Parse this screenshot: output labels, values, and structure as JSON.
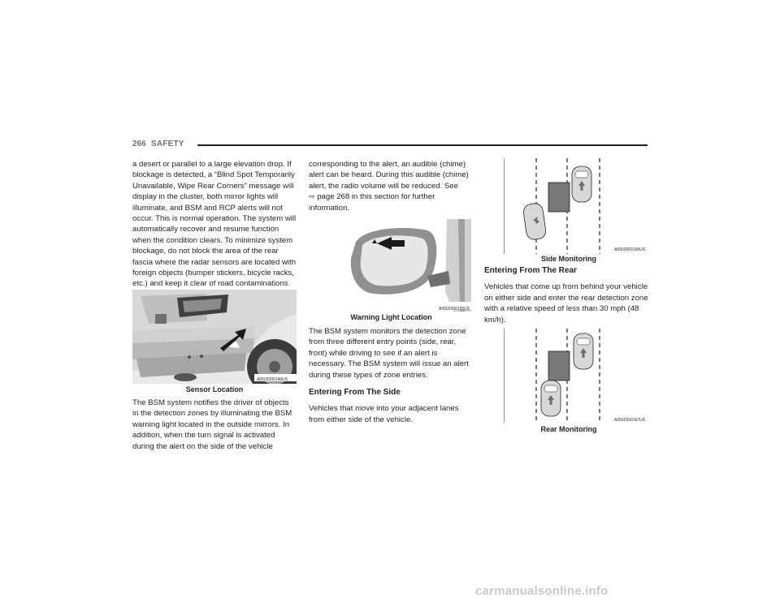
{
  "header": {
    "page_number": "266",
    "section": "SAFETY"
  },
  "col1": {
    "para1": "a desert or parallel to a large elevation drop. If blockage is detected, a “Blind Spot Temporarily Unavailable, Wipe Rear Corners” message will display in the cluster, both mirror lights will illuminate, and BSM and RCP alerts will not occur. This is normal operation. The system will automatically recover and resume function when the condition clears. To minimize system blockage, do not block the area of the rear fascia where the radar sensors are located with foreign objects (bumper stickers, bicycle racks, etc.) and keep it clear of road contaminations.",
    "figure_caption": "Sensor Location",
    "figure_code": "A0502000149US",
    "para2": "The BSM system notifies the driver of objects in the detection zones by illuminating the BSM warning light located in the outside mirrors. In addition, when the turn signal is activated during the alert on the side of the vehicle"
  },
  "col2": {
    "para1_a": "corresponding to the alert, an audible (chime) alert can be heard. During this audible (chime) alert, the radio volume will be reduced. See",
    "para1_arrow": "⇨",
    "para1_b": "page 268 in this section for further information.",
    "figure_caption": "Warning Light Location",
    "figure_code": "A0502000150US",
    "para2": "The BSM system monitors the detection zone from three different entry points (side, rear, front) while driving to see if an alert is necessary. The BSM system will issue an alert during these types of zone entries.",
    "heading": "Entering From The Side",
    "para3": "Vehicles that move into your adjacent lanes from either side of the vehicle."
  },
  "col3": {
    "fig1_caption": "Side Monitoring",
    "fig1_code": "A0502000166US",
    "heading": "Entering From The Rear",
    "para1": "Vehicles that come up from behind your vehicle on either side and enter the rear detection zone with a relative speed of less than 30 mph (48 km/h).",
    "fig2_caption": "Rear Monitoring",
    "fig2_code": "A0502000167US"
  },
  "watermark": "carmanualsonline.info"
}
